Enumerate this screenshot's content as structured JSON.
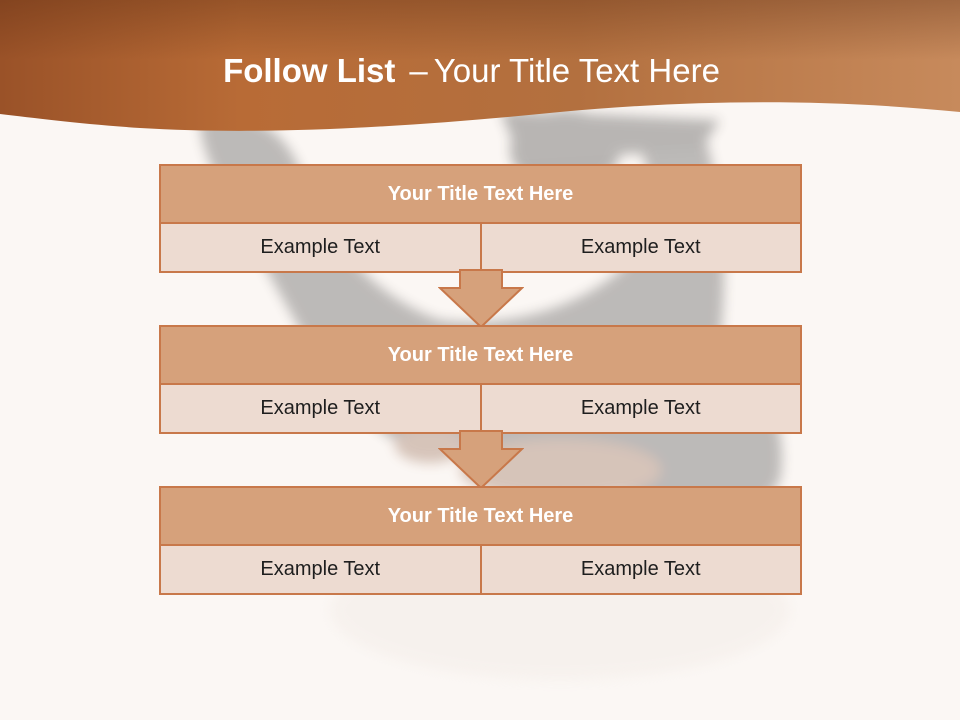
{
  "slide": {
    "title_bold": "Follow List",
    "title_separator": "–",
    "title_rest": "Your Title Text Here"
  },
  "blocks": [
    {
      "title": "Your Title Text Here",
      "cells": [
        "Example Text",
        "Example Text"
      ]
    },
    {
      "title": "Your Title Text Here",
      "cells": [
        "Example Text",
        "Example Text"
      ]
    },
    {
      "title": "Your Title Text Here",
      "cells": [
        "Example Text",
        "Example Text"
      ]
    }
  ],
  "colors": {
    "header_band": "#b5693a",
    "block_title_fill": "#d6a17b",
    "block_cell_fill": "#eddbd1",
    "border": "#c8784a",
    "arrow_fill": "#d6a17b"
  }
}
